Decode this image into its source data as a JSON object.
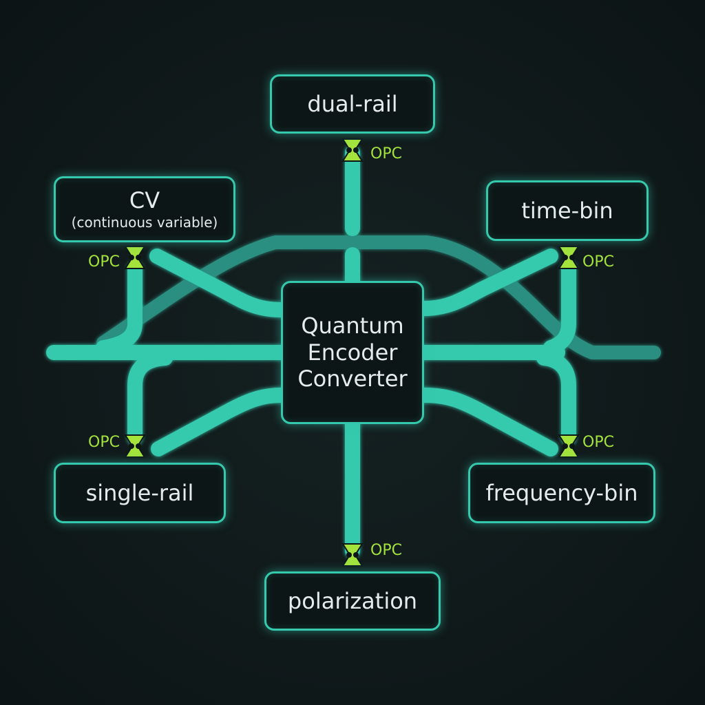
{
  "colors": {
    "background": "#101a1b",
    "waveguide": "#35c9ad",
    "waveguide_dim": "#2a8f80",
    "node_border": "#35c9ad",
    "coupler": "#a4e33c",
    "text": "#e6ecec",
    "opc_text": "#a4e33c"
  },
  "center": {
    "label": "Quantum\nEncoder\nConverter"
  },
  "nodes": {
    "dual_rail": {
      "label": "dual-rail"
    },
    "cv": {
      "label": "CV",
      "sublabel": "(continuous variable)"
    },
    "time_bin": {
      "label": "time-bin"
    },
    "single_rail": {
      "label": "single-rail"
    },
    "frequency_bin": {
      "label": "frequency-bin"
    },
    "polarization": {
      "label": "polarization"
    }
  },
  "couplers": {
    "label": "OPC"
  }
}
